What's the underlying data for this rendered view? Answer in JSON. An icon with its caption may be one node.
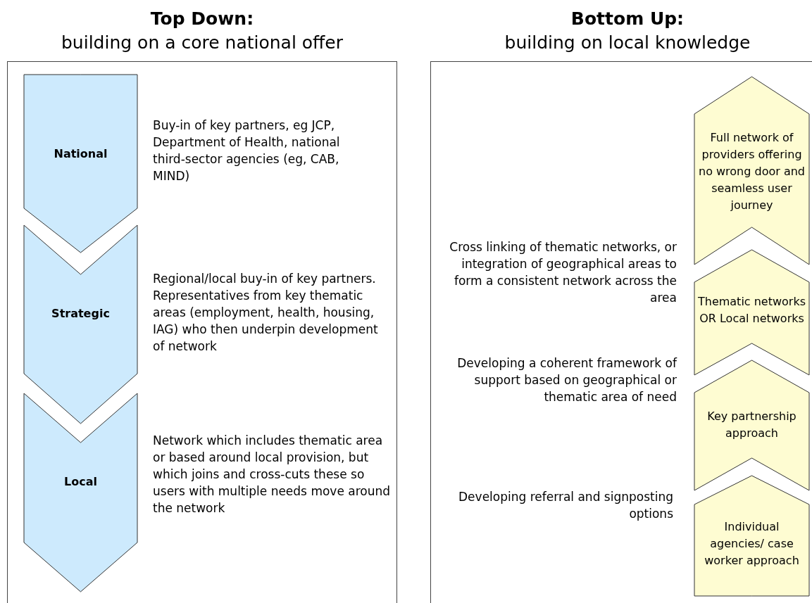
{
  "diagram": {
    "nodes": [
      {
        "text": [
          "Top Down:",
          "building on a core national offer"
        ]
      },
      {
        "text": [
          "National"
        ],
        "in": 0,
        "beside": [
          "Buy-in of key partners, eg JCP, Department of Health, national third-sector agencies (eg, CAB, MIND)"
        ]
      },
      {
        "text": [
          "Strategic"
        ],
        "in": 0,
        "beside": [
          "Regional/local buy-in of key partners. Representatives from key thematic areas (employment, health, housing, IAG) who then underpin development of network"
        ]
      },
      {
        "text": [
          "Local"
        ],
        "in": 0,
        "beside": [
          "Network which includes thematic area or based around local provision, but which joins and cross-cuts these so users with multiple needs move around the network"
        ]
      },
      {
        "text": [
          "Bottom Up:",
          "building on local knowledge"
        ]
      },
      {
        "text": [
          "Full network of providers offering no wrong door and seamless user journey"
        ],
        "in": 4
      },
      {
        "text": [
          "Thematic networks OR Local networks"
        ],
        "in": 4,
        "beside": [
          "Cross linking of thematic networks, or integration of geographical areas to form a consistent network across the area"
        ]
      },
      {
        "text": [
          "Key partnership approach"
        ],
        "in": 4,
        "beside": [
          "Developing a coherent framework of support based on geographical or thematic area of need"
        ]
      },
      {
        "text": [
          "Individual agencies/ case worker approach"
        ],
        "in": 4,
        "beside": [
          "Developing referral and signposting options"
        ]
      }
    ]
  }
}
